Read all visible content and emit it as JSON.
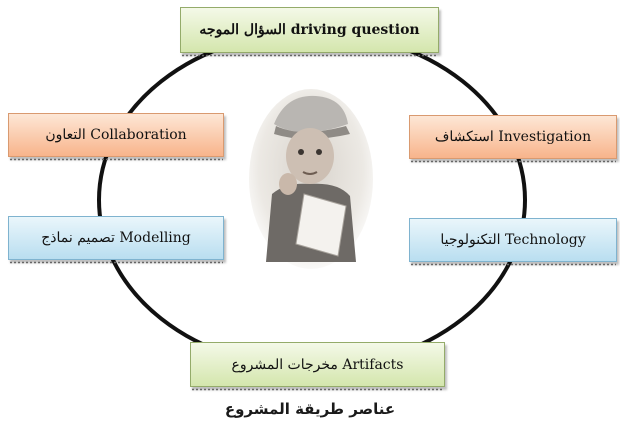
{
  "boxes": {
    "driving_question": "السؤال الموجه driving question",
    "investigation": "استكشاف Investigation",
    "technology": "التكنولوجيا Technology",
    "artifacts": "مخرجات المشروع Artifacts",
    "collaboration": "التعاون Collaboration",
    "modelling": "تصميم نماذج Modelling"
  },
  "caption": "عناصر طريقة المشروع",
  "colors": {
    "ring": "#111111",
    "green_box": "#d4e6ad",
    "orange_box": "#f8b48b",
    "blue_box": "#b9def0"
  },
  "illustration": "boy-with-cap-holding-paper"
}
